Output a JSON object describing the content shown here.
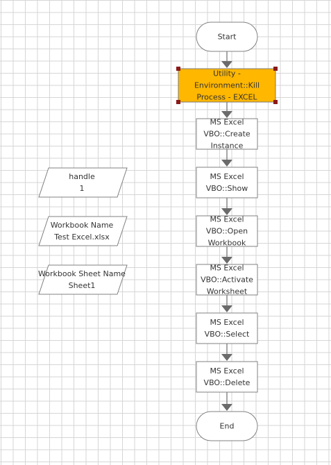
{
  "diagram": {
    "flow": [
      {
        "id": "start",
        "kind": "terminal",
        "lines": [
          "Start"
        ]
      },
      {
        "id": "kill-process",
        "kind": "action",
        "selected": true,
        "lines": [
          "Utility -",
          "Environment::Kill",
          "Process - EXCEL"
        ]
      },
      {
        "id": "create-instance",
        "kind": "action",
        "lines": [
          "MS Excel",
          "VBO::Create",
          "Instance"
        ]
      },
      {
        "id": "show",
        "kind": "action",
        "lines": [
          "MS Excel",
          "VBO::Show"
        ]
      },
      {
        "id": "open-workbook",
        "kind": "action",
        "lines": [
          "MS Excel",
          "VBO::Open",
          "Workbook"
        ]
      },
      {
        "id": "activate-worksheet",
        "kind": "action",
        "lines": [
          "MS Excel",
          "VBO::Activate",
          "Worksheet"
        ]
      },
      {
        "id": "select",
        "kind": "action",
        "lines": [
          "MS Excel",
          "VBO::Select"
        ]
      },
      {
        "id": "delete",
        "kind": "action",
        "lines": [
          "MS Excel",
          "VBO::Delete"
        ]
      },
      {
        "id": "end",
        "kind": "terminal",
        "lines": [
          "End"
        ]
      }
    ],
    "data_items": [
      {
        "id": "handle",
        "lines": [
          "handle",
          "1"
        ]
      },
      {
        "id": "workbook-name",
        "lines": [
          "Workbook Name",
          "Test Excel.xlsx"
        ]
      },
      {
        "id": "workbook-sheet-name",
        "lines": [
          "Workbook Sheet Name",
          "Sheet1"
        ]
      }
    ],
    "colors": {
      "stage_fill": "#ffffff",
      "stage_stroke": "#808080",
      "selected_fill": "#ffb700",
      "selected_stroke": "#7a7a7a",
      "handle": "#8b1a1a",
      "connector": "#6b6b6b",
      "text": "#333333"
    }
  }
}
